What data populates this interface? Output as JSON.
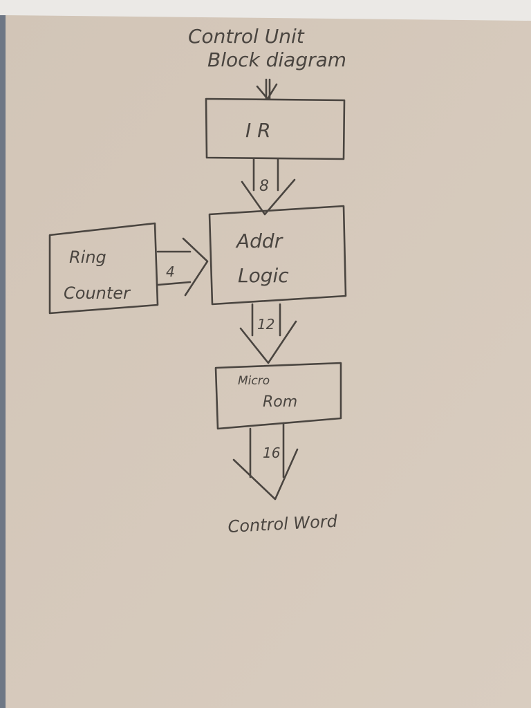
{
  "title": {
    "line1": "Control Unit",
    "line2": "Block diagram"
  },
  "blocks": {
    "ir": "I R",
    "addr_logic": {
      "line1": "Addr",
      "line2": "Logic"
    },
    "ring_counter": {
      "line1": "Ring",
      "line2": "Counter"
    },
    "micro_rom": {
      "line1": "Micro",
      "line2": "Rom"
    }
  },
  "buses": {
    "ir_to_addr": "8",
    "ring_to_addr": "4",
    "addr_to_rom": "12",
    "rom_out": "16"
  },
  "output_label": "Control Word",
  "colors": {
    "paper": "#d5c8b9",
    "ink": "#4a4540"
  }
}
